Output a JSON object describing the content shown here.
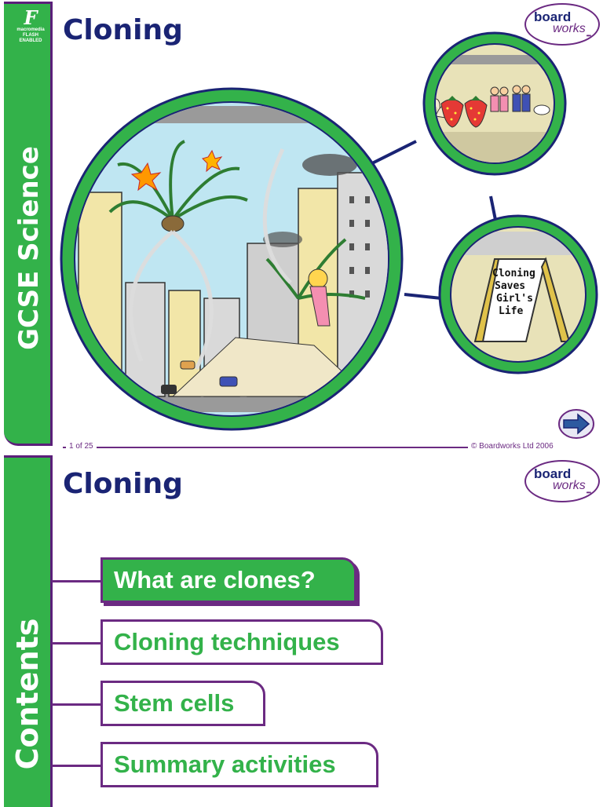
{
  "slide1": {
    "sidebar_title": "GCSE Science",
    "flash_badge": {
      "logo": "F",
      "line1": "macromedia",
      "line2": "FLASH",
      "line3": "ENABLED"
    },
    "title": "Cloning",
    "logo": {
      "line1": "board",
      "line2": "works",
      "dots": "•••"
    },
    "sign_text": [
      "Cloning",
      "Saves",
      "Girl's",
      "Life"
    ],
    "footer": {
      "page": "1 of 25",
      "copyright": "© Boardworks Ltd 2006"
    },
    "next_icon": "arrow-right-icon"
  },
  "slide2": {
    "sidebar_title": "Contents",
    "title": "Cloning",
    "logo": {
      "line1": "board",
      "line2": "works",
      "dots": "•••"
    },
    "menu": [
      {
        "label": "What are clones?",
        "active": true
      },
      {
        "label": "Cloning techniques",
        "active": false
      },
      {
        "label": "Stem cells",
        "active": false
      },
      {
        "label": "Summary activities",
        "active": false
      }
    ]
  },
  "colors": {
    "green": "#33b24a",
    "purple": "#6b2a82",
    "navy": "#1a2474"
  }
}
